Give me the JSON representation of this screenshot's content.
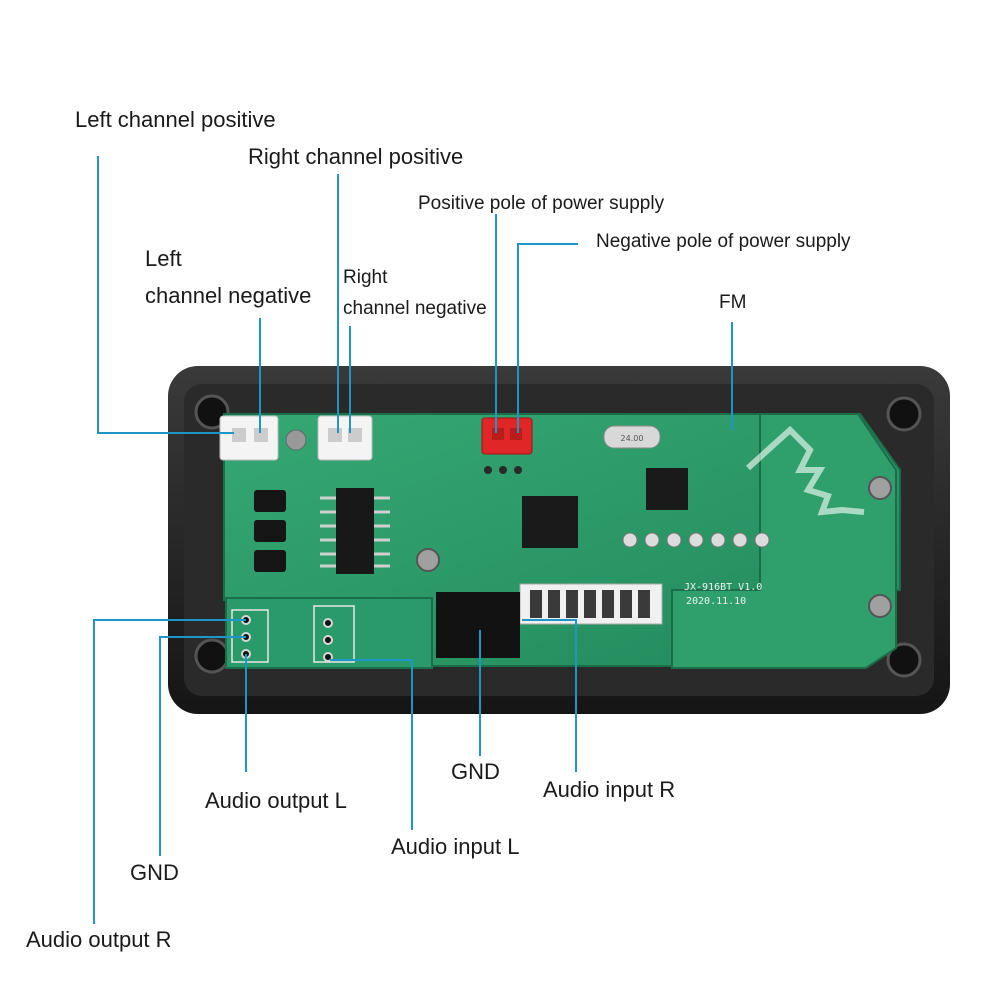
{
  "labels": {
    "left_channel_positive": "Left channel positive",
    "right_channel_positive": "Right channel positive",
    "left_channel_negative_line1": "Left",
    "left_channel_negative_line2": "channel negative",
    "right_channel_negative_line1": "Right",
    "right_channel_negative_line2": "channel negative",
    "positive_pole": "Positive pole of power supply",
    "negative_pole": "Negative pole of power supply",
    "fm": "FM",
    "gnd_center": "GND",
    "audio_output_l": "Audio output L",
    "audio_input_r": "Audio input R",
    "audio_input_l": "Audio input L",
    "gnd_left": "GND",
    "audio_output_r": "Audio output R"
  },
  "board_text": {
    "model": "JX-916BT V1.0",
    "date": "2020.11.10",
    "crystal": "24.00"
  },
  "colors": {
    "leader_line": "#1e96c8",
    "pcb": "#2b9a6a",
    "case": "#222222",
    "power_connector": "#e02626"
  }
}
